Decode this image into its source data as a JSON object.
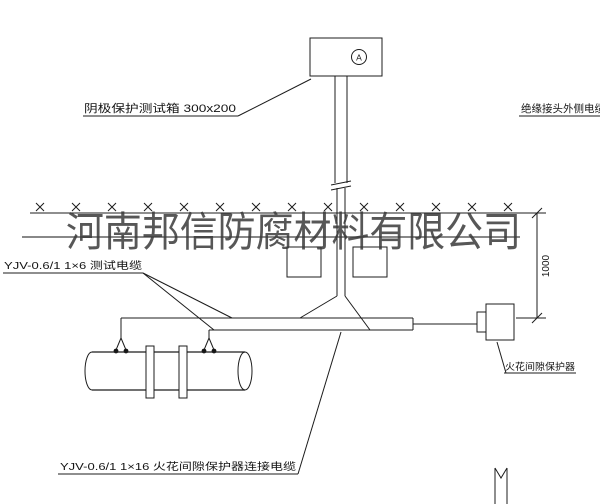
{
  "watermark": {
    "text": "河南邦信防腐材料有限公司"
  },
  "annotations": {
    "test_box_label": "阴极保护测试箱 300x200",
    "outer_cable_label": "绝缘接头外侧电缆",
    "test_cable_label": "YJV-0.6/1 1×6  测试电缆",
    "spark_gap_label": "火花间隙保护器",
    "connection_cable_label": "YJV-0.6/1 1×16  火花间隙保护器连接电缆",
    "dimension_value": "1000",
    "meter_symbol": "A"
  },
  "colors": {
    "line": "#1c1c1c",
    "watermark": "#3a3a3a",
    "background": "#ffffff"
  }
}
